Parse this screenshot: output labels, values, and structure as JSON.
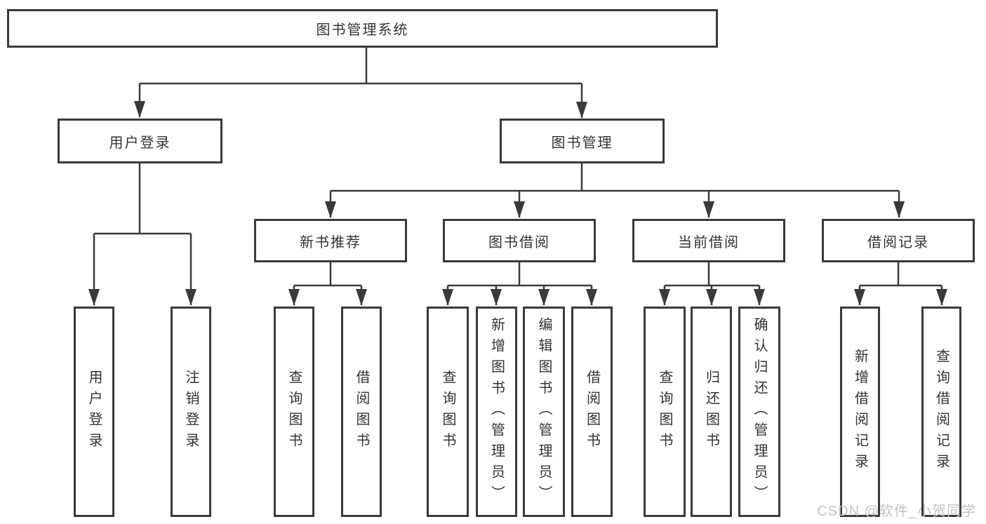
{
  "tree": {
    "root": "图书管理系统",
    "branches": [
      {
        "label": "用户登录",
        "children": [
          "用户登录",
          "注销登录"
        ]
      },
      {
        "label": "图书管理",
        "sections": [
          {
            "label": "新书推荐",
            "children": [
              "查询图书",
              "借阅图书"
            ]
          },
          {
            "label": "图书借阅",
            "children": [
              "查询图书",
              "新增图书（管理员）",
              "编辑图书（管理员）",
              "借阅图书"
            ]
          },
          {
            "label": "当前借阅",
            "children": [
              "查询图书",
              "归还图书",
              "确认归还（管理员）"
            ]
          },
          {
            "label": "借阅记录",
            "children": [
              "新增借阅记录",
              "查询借阅记录"
            ]
          }
        ]
      }
    ]
  },
  "watermark": "CSDN @软件_小贺同学",
  "colors": {
    "line": "#3a3a3a",
    "box_border": "#3a3a3a",
    "box_background": "#ffffff",
    "text": "#333333",
    "watermark": "#c4c4c4",
    "page_background": "#ffffff"
  }
}
